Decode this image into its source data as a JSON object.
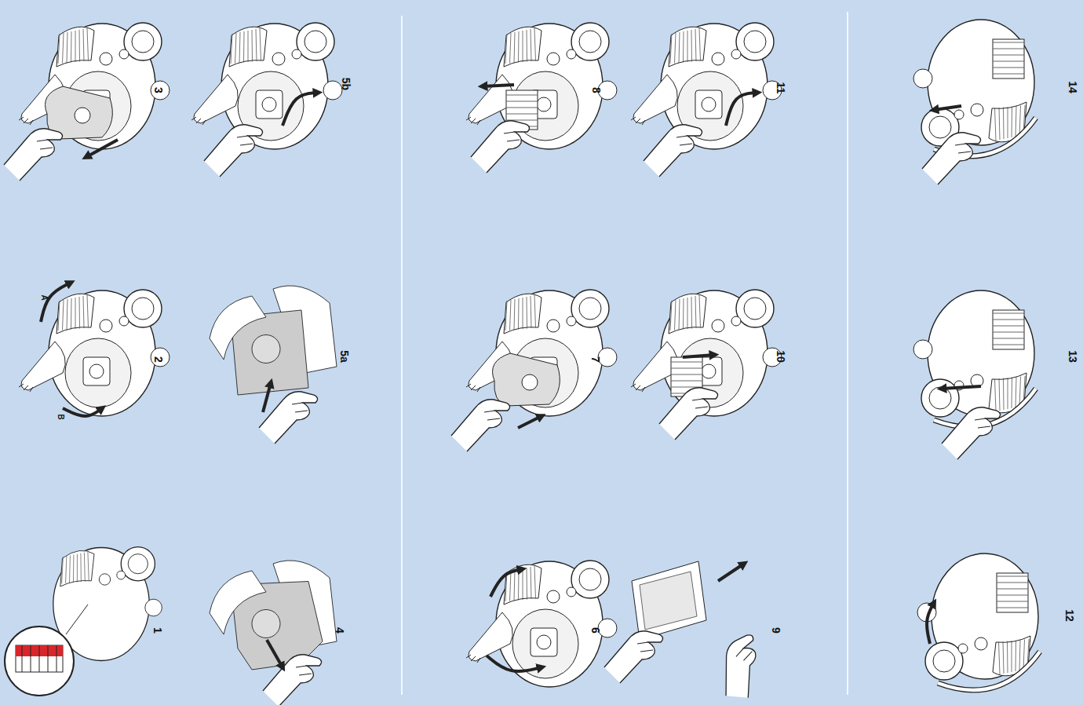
{
  "diagram": {
    "labels": [
      "3",
      "5b",
      "8",
      "11",
      "14",
      "A",
      "2",
      "B",
      "5a",
      "7",
      "10",
      "13",
      "1",
      "4",
      "6",
      "9",
      "12"
    ]
  }
}
